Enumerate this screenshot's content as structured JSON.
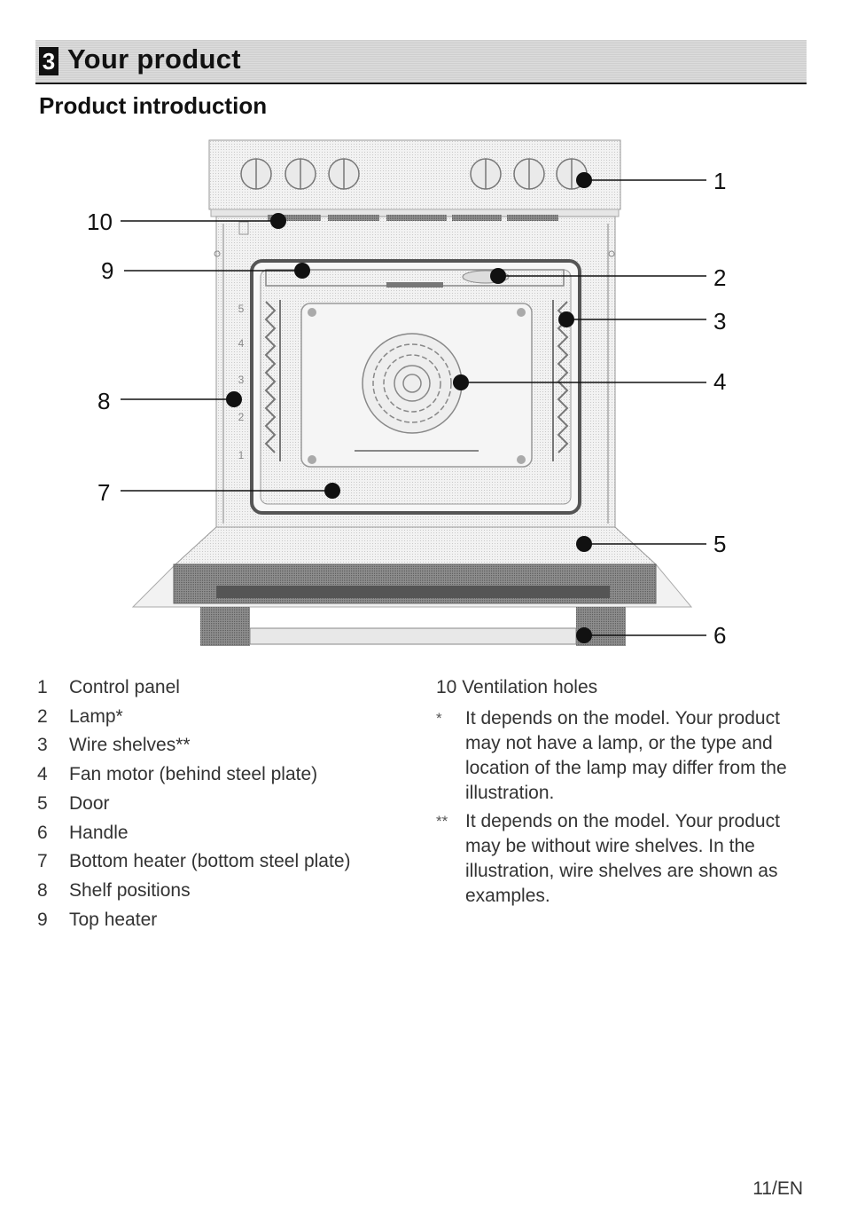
{
  "section": {
    "number": "3",
    "title": "Your product"
  },
  "subtitle": "Product introduction",
  "callouts": [
    "1",
    "2",
    "3",
    "4",
    "5",
    "6",
    "7",
    "8",
    "9",
    "10"
  ],
  "shelf_numbers": [
    "5",
    "4",
    "3",
    "2",
    "1"
  ],
  "legend": [
    {
      "num": "1",
      "label": "Control panel"
    },
    {
      "num": "2",
      "label": "Lamp*"
    },
    {
      "num": "3",
      "label": "Wire shelves**"
    },
    {
      "num": "4",
      "label": "Fan motor (behind steel plate)"
    },
    {
      "num": "5",
      "label": "Door"
    },
    {
      "num": "6",
      "label": "Handle"
    },
    {
      "num": "7",
      "label": "Bottom heater (bottom steel plate)"
    },
    {
      "num": "8",
      "label": "Shelf positions"
    },
    {
      "num": "9",
      "label": "Top heater"
    },
    {
      "num": "10",
      "label": "Ventilation holes"
    }
  ],
  "notes": [
    {
      "mark": "*",
      "text": "It depends on the model. Your product may not have a lamp, or the type and location of the lamp may differ from the illustration."
    },
    {
      "mark": "**",
      "text": "It depends on the model. Your product may be without wire shelves. In the illustration, wire shelves are shown as examples."
    }
  ],
  "page_number": "11/EN"
}
